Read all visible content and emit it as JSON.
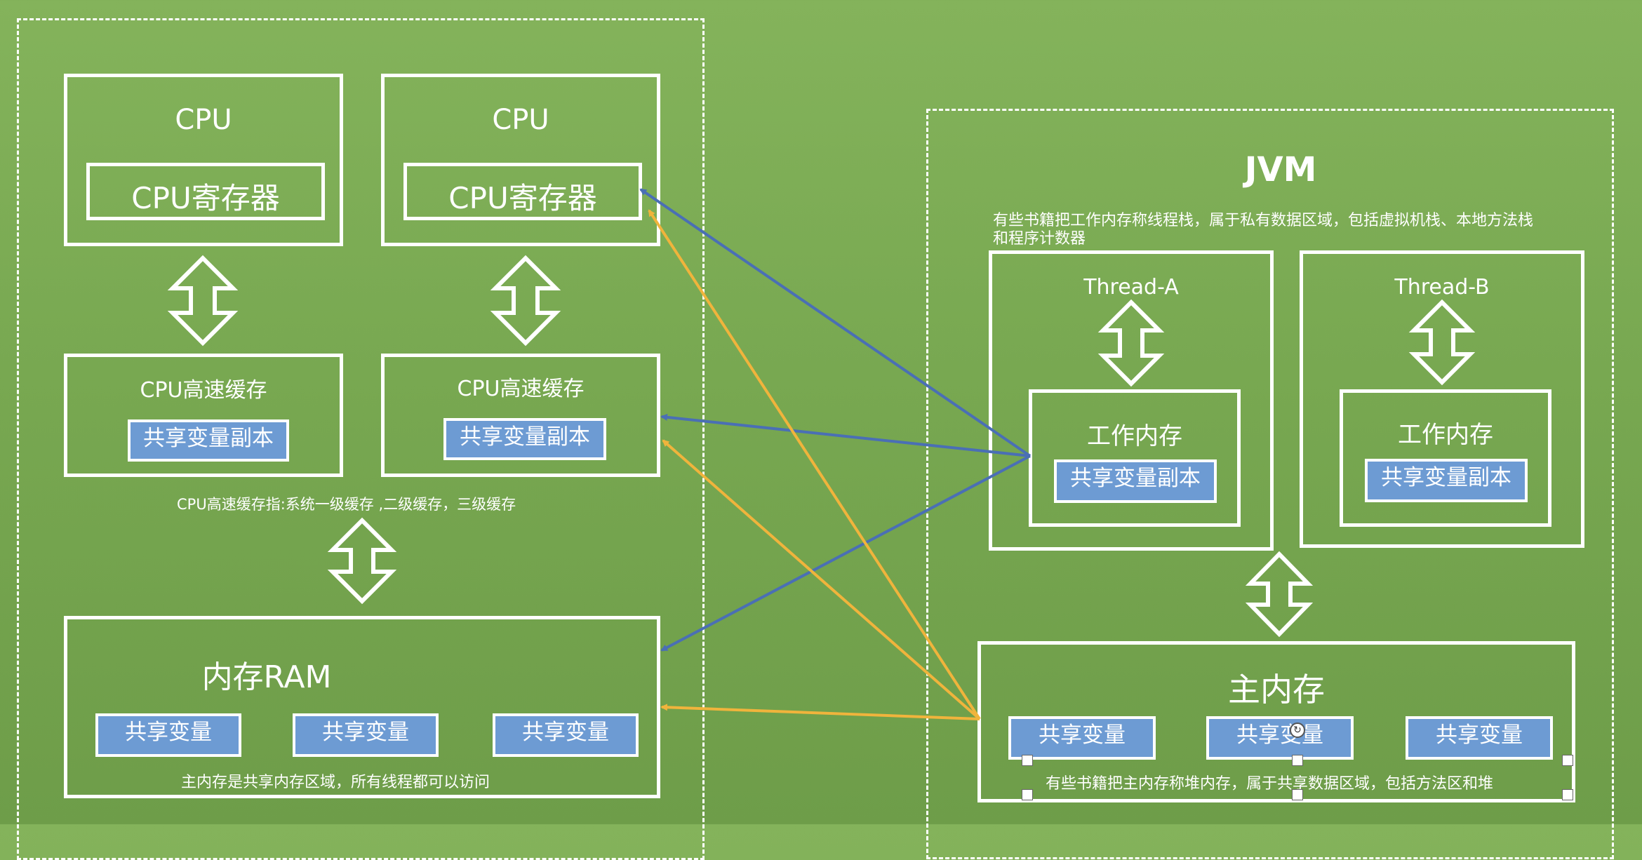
{
  "left": {
    "cpu1": {
      "title": "CPU",
      "register": "CPU寄存器"
    },
    "cpu2": {
      "title": "CPU",
      "register": "CPU寄存器"
    },
    "cache1": {
      "title": "CPU高速缓存",
      "copy": "共享变量副本"
    },
    "cache2": {
      "title": "CPU高速缓存",
      "copy": "共享变量副本"
    },
    "cache_note": "CPU高速缓存指:系统一级缓存 ,二级缓存，三级缓存",
    "ram": {
      "title": "内存RAM",
      "vars": [
        "共享变量",
        "共享变量",
        "共享变量"
      ],
      "note": "主内存是共享内存区域，所有线程都可以访问"
    }
  },
  "jvm": {
    "title": "JVM",
    "note_line1": "有些书籍把工作内存称线程栈，属于私有数据区域，包括虚拟机栈、本地方法栈",
    "note_line2": "和程序计数器",
    "threadA": {
      "title": "Thread-A",
      "work": "工作内存",
      "copy": "共享变量副本"
    },
    "threadB": {
      "title": "Thread-B",
      "work": "工作内存",
      "copy": "共享变量副本"
    },
    "main": {
      "title": "主内存",
      "vars": [
        "共享变量",
        "共享变量",
        "共享变量"
      ],
      "note": "有些书籍把主内存称堆内存，属于共享数据区域，包括方法区和堆"
    }
  },
  "colors": {
    "blue_arrow": "#4a6fb5",
    "orange_arrow": "#f0b43c",
    "pill": "#6d9bd3"
  }
}
